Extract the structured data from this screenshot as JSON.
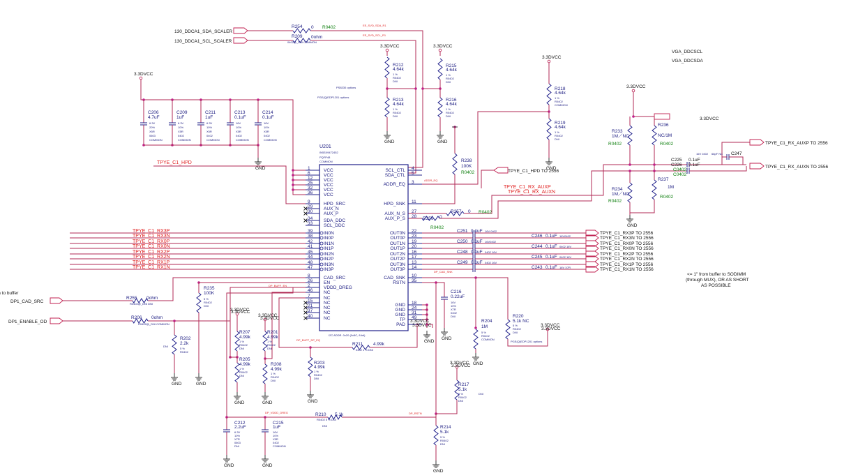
{
  "ic": {
    "ref": "U201",
    "part": "IN53X9472452",
    "pkg": "PQFP48",
    "common": "COMMON",
    "note_top": "PS8330  options",
    "note_top2": "PGE(Q)EDP1201 options",
    "bottom_note": "I2C ADDR. 0x20 (0x5C, 8-bit)",
    "left_pins": [
      {
        "num": "1",
        "name": "VCC"
      },
      {
        "num": "6",
        "name": "VCC"
      },
      {
        "num": "12",
        "name": "VCC"
      },
      {
        "num": "25",
        "name": "VCC"
      },
      {
        "num": "32",
        "name": "VCC"
      },
      {
        "num": "36",
        "name": "VCC"
      },
      {
        "num": "9",
        "name": "HPD_SRC"
      },
      {
        "num": "29",
        "name": "AUX_N"
      },
      {
        "num": "30",
        "name": "AUX_P"
      },
      {
        "num": "34",
        "name": "SDA_DDC"
      },
      {
        "num": "33",
        "name": "SCL_DDC"
      },
      {
        "num": "39",
        "name": "IN0N"
      },
      {
        "num": "38",
        "name": "IN0P"
      },
      {
        "num": "42",
        "name": "IN1N"
      },
      {
        "num": "41",
        "name": "IN1P"
      },
      {
        "num": "45",
        "name": "IN2N"
      },
      {
        "num": "44",
        "name": "IN2P"
      },
      {
        "num": "48",
        "name": "IN3N"
      },
      {
        "num": "47",
        "name": "IN3P"
      },
      {
        "num": "8",
        "name": "CAD_SRC"
      },
      {
        "num": "26",
        "name": "EN"
      },
      {
        "num": "2",
        "name": "VDDD_DREG"
      },
      {
        "num": "46",
        "name": "NC"
      },
      {
        "num": "7",
        "name": "NC"
      },
      {
        "num": "15",
        "name": "NC"
      },
      {
        "num": "21",
        "name": "NC"
      },
      {
        "num": "37",
        "name": "NC"
      },
      {
        "num": "40",
        "name": "NC"
      },
      {
        "num": "43",
        "name": "NC"
      }
    ],
    "right_pins": [
      {
        "num": "4",
        "name": "SCL_CTL"
      },
      {
        "num": "5",
        "name": "SDA_CTL"
      },
      {
        "num": "3",
        "name": "ADDR_EQ"
      },
      {
        "num": "11",
        "name": "HPD_SNK"
      },
      {
        "num": "27",
        "name": "AUX_N_S"
      },
      {
        "num": "28",
        "name": "AUX_P_S"
      },
      {
        "num": "22",
        "name": "OUT0N"
      },
      {
        "num": "23",
        "name": "OUT0P"
      },
      {
        "num": "19",
        "name": "OUT1N"
      },
      {
        "num": "20",
        "name": "OUT1P"
      },
      {
        "num": "16",
        "name": "OUT2N"
      },
      {
        "num": "17",
        "name": "OUT2P"
      },
      {
        "num": "13",
        "name": "OUT3N"
      },
      {
        "num": "14",
        "name": "OUT3P"
      },
      {
        "num": "10",
        "name": "CAD_SNK"
      },
      {
        "num": "35",
        "name": "RSTN"
      },
      {
        "num": "18",
        "name": "GND"
      },
      {
        "num": "24",
        "name": "GND"
      },
      {
        "num": "31",
        "name": "GND"
      },
      {
        "num": "49",
        "name": "TP"
      },
      {
        "num": "",
        "name": "PAD"
      }
    ]
  },
  "nets": {
    "ddc_sda": "130_DDCA1_SDA_SCALER",
    "ddc_scl": "130_DDCA1_SCL_SCALER",
    "vga_scl": "VGA_DDCSCL",
    "vga_sda": "VGA_DDCSDA",
    "hpd_in": "TPYE_C1_HPD",
    "hpd_out": "TPYE_C1_HPD TO 2556",
    "auxp_in": "TPYE_C1_RX_AUXP",
    "auxn_in": "TPYE_C1_RX_AUXN",
    "auxp_out": "TPYE_C1_RX_AUXP TO 2556",
    "auxn_out": "TPYE_C1_RX_AUXN TO 2556",
    "cad_src": "DP1_CAD_SRC",
    "enable": "DP1_ENABLE_OD",
    "conn_note": "onn to buffer",
    "gnd": "GND",
    "vcc": "3.3DVCC",
    "small_sda": "EE_SVD_SDA_R1",
    "small_scl": "EE_SVD_SCL_R1",
    "addr_eq": "ADDR_EQ",
    "cad_snk": "DP_CAD_SNK",
    "dp_buff_en": "DP_BUFF_EN",
    "dp_buff_dp": "DP_BUFF_DP_EQ",
    "dp_vddd": "DP_VDDD_DREG",
    "dp_rstn": "DP_RSTN",
    "in_lanes": [
      "TPYE_C1_RX3P",
      "TPYE_C1_RX3N",
      "TPYE_C1_RX0P",
      "TPYE_C1_RX0N",
      "TPYE_C1_RX2P",
      "TPYE_C1_RX2N",
      "TPYE_C1_RX1P",
      "TPYE_C1_RX1N"
    ],
    "out_lanes": [
      "TPYE_C1_RX3P TO 2556",
      "TPYE_C1_RX3N TO 2556",
      "TPYE_C1_RX0P TO 2556",
      "TPYE_C1_RX0N TO 2556",
      "TPYE_C1_RX2P TO 2556",
      "TPYE_C1_RX2N TO 2556",
      "TPYE_C1_RX1P TO 2556",
      "TPYE_C1_RX1N TO 2556"
    ],
    "out_pins": [
      "22",
      "23",
      "19",
      "20",
      "16",
      "17",
      "13",
      "14"
    ]
  },
  "note": {
    "line1": "<= 1\" from buffer to SODIMM",
    "line2": "(through MUX), OR AS SHORT",
    "line3": "AS  POSSIBLE"
  },
  "decoupling": [
    {
      "ref": "C206",
      "val": "4.7uF",
      "l1": "6.3V",
      "l2": "20%",
      "l3": "X5R",
      "l4": "0603",
      "l5": "COMMON"
    },
    {
      "ref": "C209",
      "val": "1uF",
      "l1": "6.3V",
      "l2": "10%",
      "l3": "X5R",
      "l4": "0402",
      "l5": "COMMON"
    },
    {
      "ref": "C211",
      "val": "1uF",
      "l1": "6.3V",
      "l2": "10%",
      "l3": "X5R",
      "l4": "0402",
      "l5": "COMMON"
    },
    {
      "ref": "C213",
      "val": "0.1uF",
      "l1": "16V",
      "l2": "10%",
      "l3": "X5R",
      "l4": "0402",
      "l5": "COMMON"
    },
    {
      "ref": "C214",
      "val": "0.1uF",
      "l1": "16V",
      "l2": "10%",
      "l3": "X5R",
      "l4": "0402",
      "l5": "COMMON"
    }
  ],
  "lane_caps": [
    {
      "ref": "C251",
      "val": "0.1uF",
      "l1": "16V",
      "l2": "0402"
    },
    {
      "ref": "C246",
      "val": "0.1uF",
      "l1": "16V0402",
      "l2": ""
    },
    {
      "ref": "C250",
      "val": "0.1uF",
      "l1": "16V0402",
      "l2": ""
    },
    {
      "ref": "C244",
      "val": "0.1uF",
      "l1": "0402",
      "l2": "16V"
    },
    {
      "ref": "C248",
      "val": "0.1uF",
      "l1": "0402",
      "l2": "16V"
    },
    {
      "ref": "C245",
      "val": "0.1uF",
      "l1": "0402",
      "l2": "16V"
    },
    {
      "ref": "C249",
      "val": "0.1uF",
      "l1": "0402",
      "l2": "16V"
    },
    {
      "ref": "C243",
      "val": "0.1uF",
      "l1": "16V",
      "l2": "X7R"
    }
  ],
  "labels": {
    "r254": "R254",
    "r254v": "0",
    "r0402": "R0402",
    "r209": "R209",
    "r209v": "0ohm",
    "r209s": "0402@_DNI COMMON",
    "r212": "R212",
    "r213": "R213",
    "r215": "R215",
    "r216": "R216",
    "r218": "R218",
    "r219": "R219",
    "v464k": "4.64k",
    "p1": "1 %",
    "p0402": "R0402",
    "dni": "DNI",
    "common": "COMMON",
    "r238": "R238",
    "r238v": "100K",
    "r257": "R257",
    "r256": "R256",
    "zero": "0",
    "r233": "R233",
    "r233v": "1M／NC",
    "r236": "R236",
    "r236v": "NC/1M",
    "r234": "R234",
    "r234v": "1M／NC",
    "r237": "R237",
    "r237v": "1M",
    "c225": "C225",
    "c226": "C226",
    "c01": "0.1uF",
    "c0402": "C0402",
    "c247": "C247",
    "c247v": "68pF NC",
    "c247s": "16V      0402",
    "c216": "C216",
    "c216v": "0.22uF",
    "c16v": "16V",
    "p10": "10%",
    "x7r": "X7R",
    "p0402c": "0402",
    "dnic": "DNI",
    "r235": "R235",
    "r235v": "100K",
    "p5": "5 %",
    "r255": "R255",
    "r255v": "0ohm",
    "r255s": "R0402@_DNI DNI",
    "r206": "R206",
    "r206v": "0ohm",
    "r206s": "R0402@_DNI COMMON",
    "r202": "R202",
    "r202v": "2.2k",
    "r207": "R207",
    "r207v": "4.99k",
    "r205": "R205",
    "r205v": "4.99k",
    "r201": "R201",
    "r201v": "4.99k",
    "r208": "R208",
    "r208v": "4.99k",
    "r203": "R203",
    "r203v": "4.99k",
    "r211": "R211",
    "r211v": "4.99k",
    "r211s": "0402  1 %  DNI",
    "r204": "R204",
    "r204v": "1M",
    "r220": "R220",
    "r220v": "5.1k NC",
    "r220s": "PGE(Q)EDP1201 options",
    "r217": "R217",
    "r217v": "5.1k",
    "r214": "R214",
    "r214v": "5.1k",
    "r210": "R210",
    "r210v": "5.1k",
    "r210s": "R0402  5 %  DNI",
    "c212": "C212",
    "c212v": "2.2uF",
    "c63v": "6.3V",
    "c0603": "0603",
    "c215": "C215",
    "c215v": "1uF",
    "x5r": "X5R"
  }
}
